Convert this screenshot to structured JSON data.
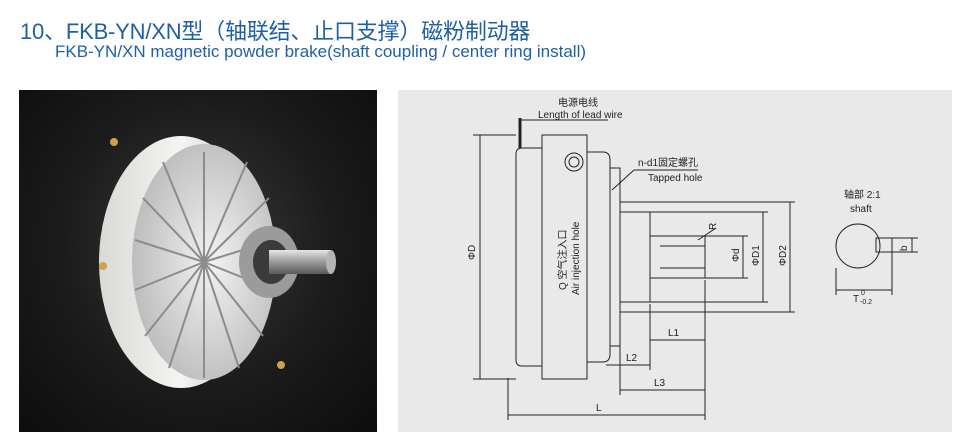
{
  "header": {
    "title_cn": "10、FKB-YN/XN型（轴联结、止口支撑）磁粉制动器",
    "title_en": "FKB-YN/XN magnetic  powder brake(shaft coupling / center ring install)"
  },
  "drawing": {
    "lead_wire_cn": "电源电线",
    "lead_wire_en": "Length of lead wire",
    "tapped_hole_cn": "n-d1固定螺孔",
    "tapped_hole_en": "Tapped hole",
    "air_hole_cn": "Q 空气注入口",
    "air_hole_en": "Air injection hole",
    "dim_D": "ΦD",
    "dim_d": "Φd",
    "dim_D1": "ΦD1",
    "dim_D2": "ΦD2",
    "dim_R": "R",
    "dim_L": "L",
    "dim_L1": "L1",
    "dim_L2": "L2",
    "dim_L3": "L3",
    "shaft_cn": "轴部 2:1",
    "shaft_en": "shaft",
    "dim_b": "b",
    "dim_T": "T",
    "tol_upper": "0",
    "tol_lower": "-0.2"
  },
  "colors": {
    "title": "#1f5fa6",
    "drawing_bg": "#e9e9e9",
    "line": "#222222"
  }
}
